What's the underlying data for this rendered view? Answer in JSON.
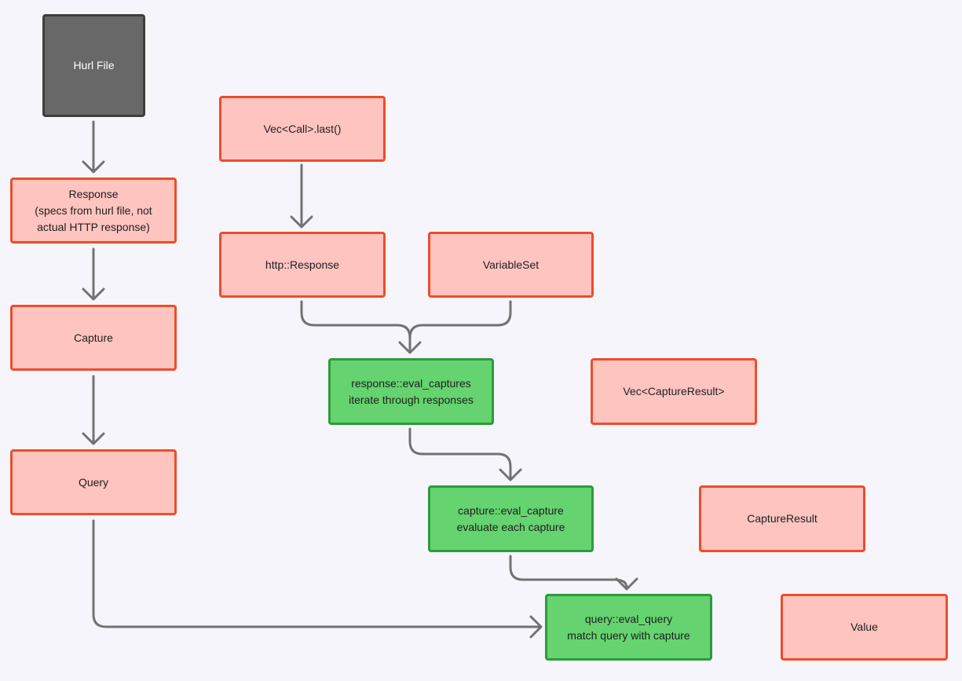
{
  "nodes": {
    "hurl_file": [
      "Hurl File"
    ],
    "response_spec": [
      "Response",
      "(specs from hurl file, not",
      "actual HTTP response)"
    ],
    "capture": [
      "Capture"
    ],
    "query": [
      "Query"
    ],
    "vec_call_last": [
      "Vec<Call>.last()"
    ],
    "http_response": [
      "http::Response"
    ],
    "variable_set": [
      "VariableSet"
    ],
    "eval_captures": [
      "response::eval_captures",
      "iterate through responses"
    ],
    "vec_capture_result": [
      "Vec<CaptureResult>"
    ],
    "eval_capture": [
      "capture::eval_capture",
      "evaluate each capture"
    ],
    "capture_result": [
      "CaptureResult"
    ],
    "eval_query": [
      "query::eval_query",
      "match query with capture"
    ],
    "value": [
      "Value"
    ]
  },
  "colors": {
    "background": "#f7f5fc",
    "connector": "#727272",
    "dark_fill": "#686868",
    "dark_border": "#3e3e3e",
    "spec_fill": "#fec4bf",
    "spec_border": "#ee4d2b",
    "function_fill": "#65d36f",
    "function_border": "#2d9b3b"
  }
}
